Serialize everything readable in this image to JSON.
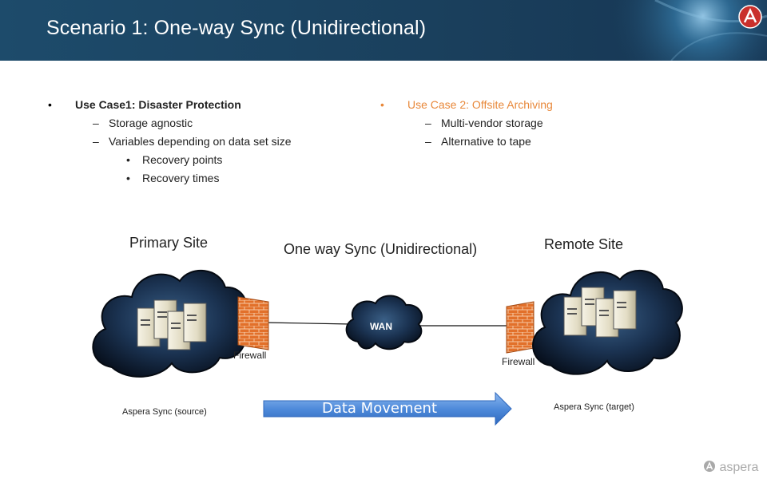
{
  "slide": {
    "title": "Scenario 1: One-way Sync (Unidirectional)"
  },
  "left_column": {
    "bullet": "•",
    "heading": "Use Case1: Disaster Protection",
    "dash": "–",
    "items": [
      "Storage agnostic",
      "Variables depending on data set size"
    ],
    "subitems": [
      "Recovery points",
      "Recovery times"
    ]
  },
  "right_column": {
    "bullet": "•",
    "heading": "Use Case 2: Offsite Archiving",
    "dash": "–",
    "items": [
      "Multi-vendor storage",
      "Alternative to tape"
    ]
  },
  "diagram": {
    "primary_site_label": "Primary Site",
    "remote_site_label": "Remote Site",
    "sync_label": "One way Sync (Unidirectional)",
    "wan_label": "WAN",
    "firewall_left_label": "Firewall",
    "firewall_right_label": "Firewall",
    "source_label": "Aspera Sync (source)",
    "target_label": "Aspera Sync (target)",
    "arrow_label": "Data Movement"
  },
  "footer": {
    "brand": "aspera"
  },
  "colors": {
    "header": "#1a3f5c",
    "accent_orange": "#e8883a",
    "arrow_blue": "#4a86d6",
    "cloud_dark": "#0e1b2e",
    "firewall_orange": "#e2702a"
  },
  "icons": [
    "aspera-logo-icon",
    "server-icon",
    "firewall-icon",
    "cloud-icon",
    "arrow-right-icon"
  ]
}
